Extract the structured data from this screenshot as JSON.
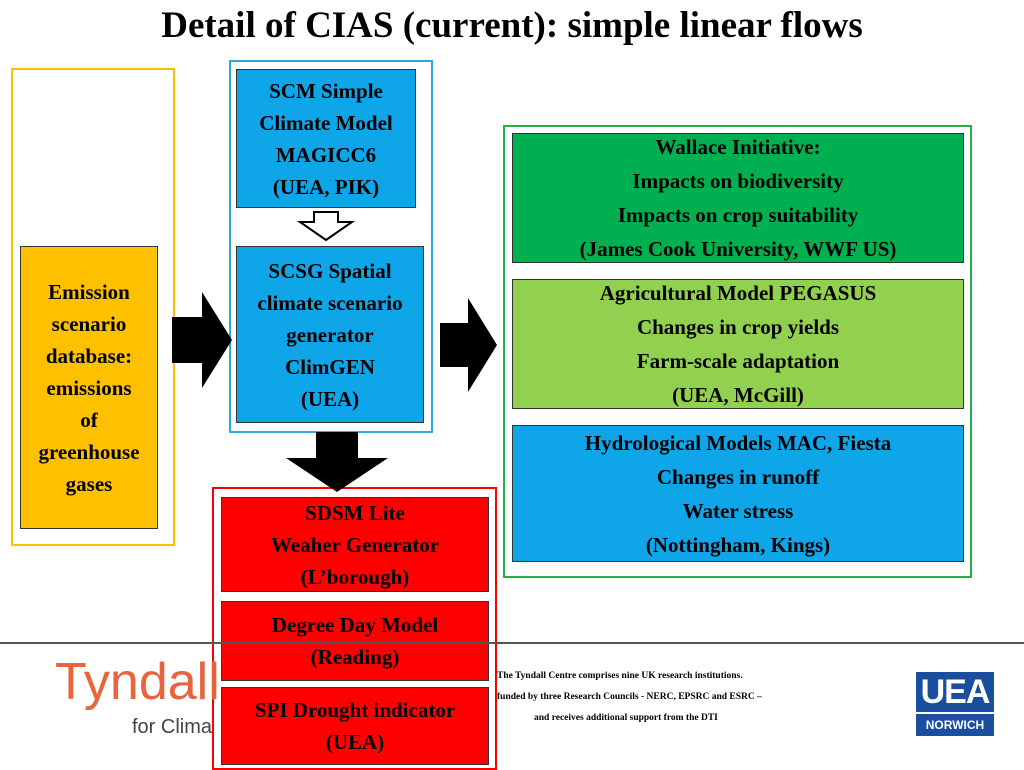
{
  "title": "Detail of CIAS (current): simple linear flows",
  "colors": {
    "emission_fill": "#ffc000",
    "yellow_frame": "#ffc000",
    "blue_frame": "#29a9e0",
    "climate_fill": "#0ea5e9",
    "green_frame": "#22b14c",
    "wallace_fill": "#00b050",
    "agri_fill": "#92d050",
    "hydro_fill": "#0ea5e9",
    "red_frame": "#ff0000",
    "red_fill": "#ff0000"
  },
  "boxes": {
    "emission": [
      "Emission",
      "scenario",
      "database:",
      "emissions",
      "of",
      "greenhouse",
      "gases"
    ],
    "scm": [
      "SCM Simple",
      "Climate Model",
      "MAGICC6",
      "(UEA, PIK)"
    ],
    "scsg": [
      "SCSG Spatial",
      "climate scenario",
      "generator",
      "ClimGEN",
      "(UEA)"
    ],
    "wallace": [
      "Wallace Initiative:",
      "Impacts on biodiversity",
      "Impacts on crop suitability",
      "(James Cook University, WWF US)"
    ],
    "agri": [
      "Agricultural Model PEGASUS",
      "Changes in crop yields",
      "Farm-scale adaptation",
      "(UEA, McGill)"
    ],
    "hydro": [
      "Hydrological Models MAC, Fiesta",
      "Changes in runoff",
      "Water stress",
      "(Nottingham, Kings)"
    ],
    "sdsm": [
      "SDSM Lite",
      "Weaher Generator",
      "(L’borough)"
    ],
    "degree": [
      "Degree Day Model",
      "(Reading)"
    ],
    "spi": [
      "SPI Drought indicator",
      "(UEA)"
    ]
  },
  "footer": {
    "line1": "The Tyndall Centre comprises nine UK research institutions.",
    "line2": "funded by three Research Councils - NERC, EPSRC and ESRC –",
    "line3": "and receives additional support from the DTI",
    "logo_main": "Tyndall",
    "logo_sub": "for Clima",
    "uea_word": "UEA",
    "uea_sub": "NORWICH"
  }
}
